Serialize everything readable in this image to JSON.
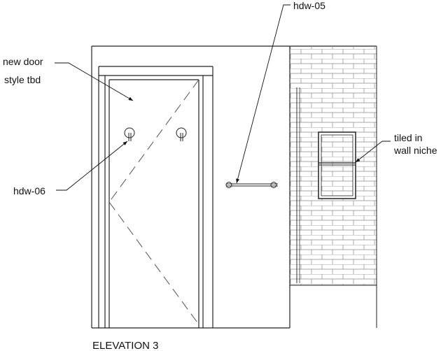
{
  "drawing": {
    "title": "ELEVATION 3",
    "callouts": {
      "door_style_line1": "new door",
      "door_style_line2": "style tbd",
      "hdw05": "hdw-05",
      "hdw06": "hdw-06",
      "niche_line1": "tiled in",
      "niche_line2": "wall niche"
    },
    "colors": {
      "line": "#222222",
      "tile_grid": "#8a8a8a",
      "background": "#ffffff"
    }
  }
}
